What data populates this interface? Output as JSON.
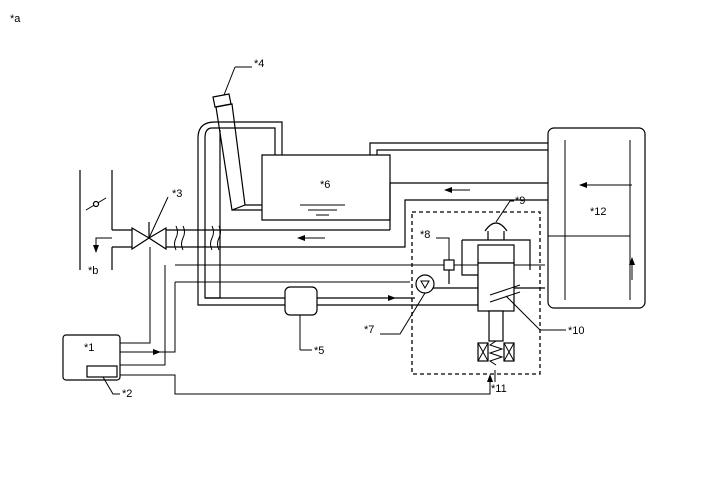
{
  "figure": {
    "corner_label": "*a",
    "labels": {
      "l1": "*1",
      "l2": "*2",
      "l3": "*3",
      "l4": "*4",
      "l5": "*5",
      "l6": "*6",
      "l7": "*7",
      "l8": "*8",
      "l9": "*9",
      "l10": "*10",
      "l11": "*11",
      "l12": "*12",
      "lb": "*b"
    }
  }
}
